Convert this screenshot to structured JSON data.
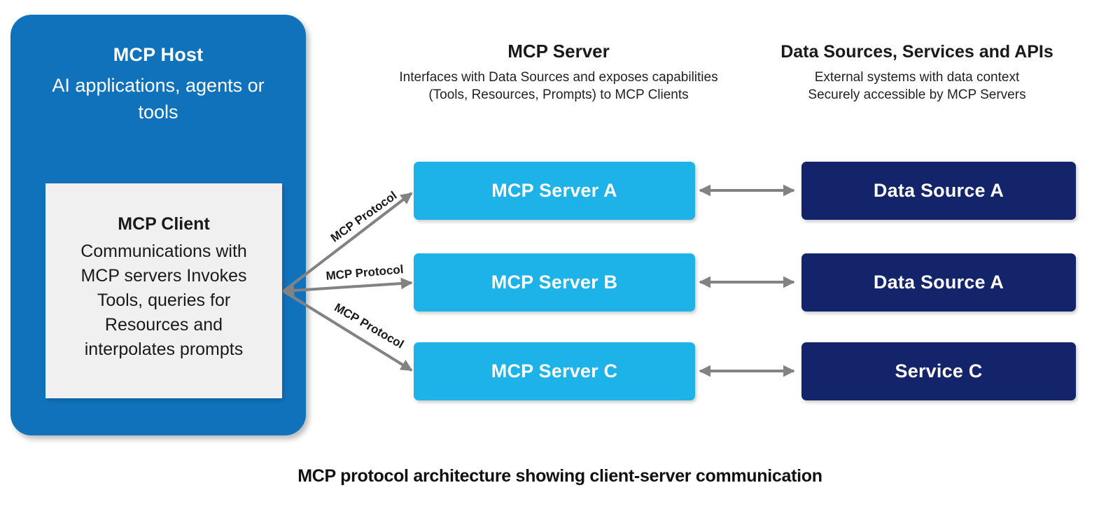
{
  "host": {
    "title": "MCP Host",
    "description": "AI applications, agents or tools",
    "bg_color": "#1172bc"
  },
  "client": {
    "title": "MCP Client",
    "description": "Communications with MCP servers Invokes Tools, queries for Resources and interpolates prompts",
    "bg_color": "#f0f0f0"
  },
  "server_column": {
    "title": "MCP Server",
    "subtitle_lines": [
      "Interfaces with Data Sources and exposes capabilities",
      "(Tools, Resources, Prompts) to MCP Clients"
    ],
    "boxes": [
      "MCP Server A",
      "MCP Server B",
      "MCP Server C"
    ],
    "bg_color": "#1eb3e8"
  },
  "data_column": {
    "title": "Data Sources, Services and APIs",
    "subtitle_lines": [
      "External systems with data context",
      "Securely accessible by MCP Servers"
    ],
    "boxes": [
      "Data Source A",
      "Data Source A",
      "Service C"
    ],
    "bg_color": "#14246b"
  },
  "protocol_labels": [
    "MCP Protocol",
    "MCP Protocol",
    "MCP Protocol"
  ],
  "caption": "MCP protocol architecture showing client-server communication",
  "arrow_color": "#828282"
}
